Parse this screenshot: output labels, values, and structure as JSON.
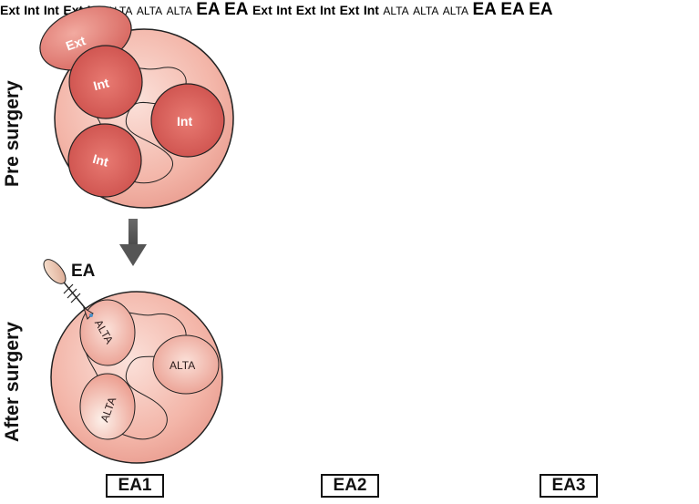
{
  "row_labels": {
    "pre": "Pre surgery",
    "after": "After surgery"
  },
  "labels": {
    "ext": "Ext",
    "int": "Int",
    "alta": "ALTA",
    "ea": "EA"
  },
  "panels": [
    {
      "title": "EA1"
    },
    {
      "title": "EA2"
    },
    {
      "title": "EA3"
    }
  ],
  "colors": {
    "body_fill": "#f4b8ac",
    "mass_fill": "#d9655f",
    "ext_fill": "#e08078",
    "outline": "#222222",
    "arrow": "#555555",
    "junction": "#4a90c8"
  }
}
